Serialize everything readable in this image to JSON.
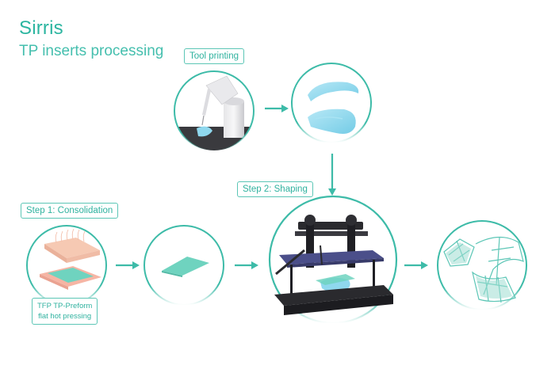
{
  "header": {
    "title": "Sirris",
    "subtitle": "TP inserts processing"
  },
  "labels": {
    "tool_printing": "Tool printing",
    "step1": "Step 1: Consolidation",
    "step2": "Step 2: Shaping"
  },
  "caption": {
    "line1": "TFP TP-Preform",
    "line2": "flat hot pressing"
  },
  "colors": {
    "accent": "#2bb5a0",
    "ice_blue": "#8fd8ee",
    "preform_teal": "#6fd3bf",
    "skin": "#f6c9b3",
    "press_dark": "#2a2a2e",
    "press_plate": "#4b4f8a"
  }
}
